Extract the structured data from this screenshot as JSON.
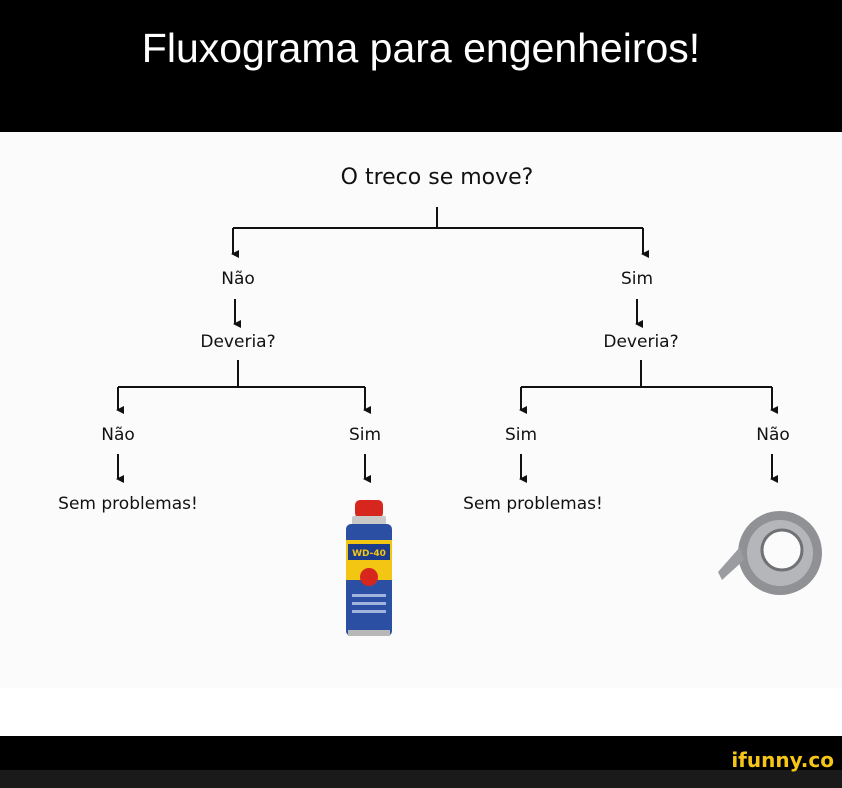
{
  "header": {
    "title": "Fluxograma para engenheiros!"
  },
  "diagram": {
    "root": "O treco se move?",
    "left_branch": {
      "answer": "Não",
      "question": "Deveria?",
      "left": {
        "answer": "Não",
        "result": "Sem problemas!"
      },
      "right": {
        "answer": "Sim",
        "result_image": "wd40-spray-can"
      }
    },
    "right_branch": {
      "answer": "Sim",
      "question": "Deveria?",
      "left": {
        "answer": "Sim",
        "result": "Sem problemas!"
      },
      "right": {
        "answer": "Não",
        "result_image": "duct-tape-roll"
      }
    }
  },
  "can_label": "WD-40",
  "watermark": "ifunny.co",
  "colors": {
    "background": "#fbfbfb",
    "header": "#000000",
    "ink": "#111111",
    "watermark": "#f5c518"
  }
}
